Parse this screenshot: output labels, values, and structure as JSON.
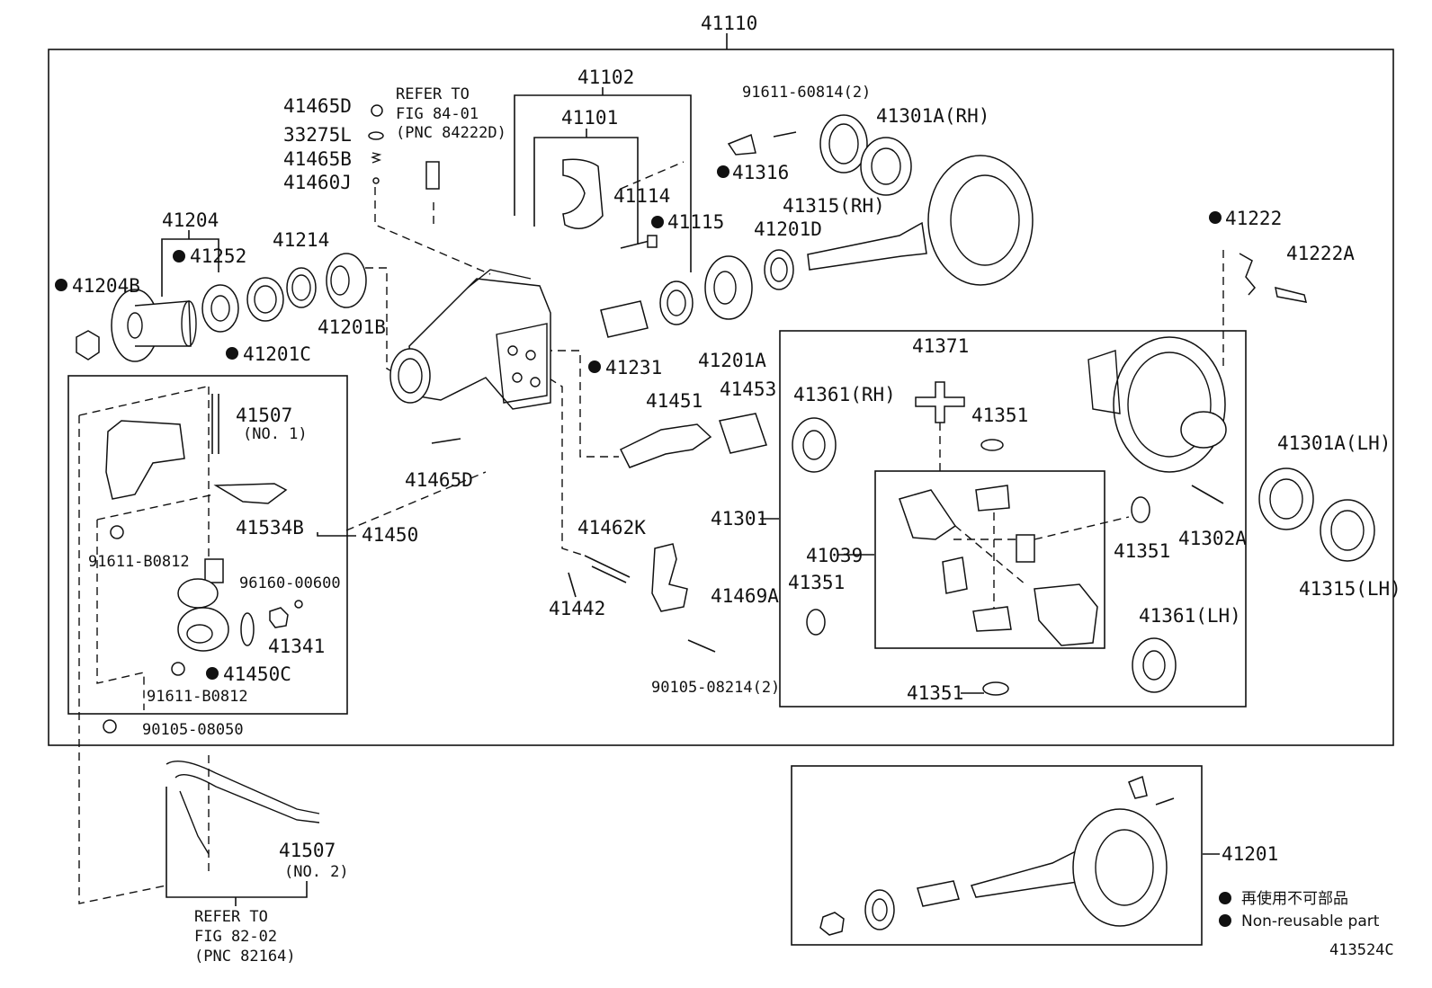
{
  "assembly_number": "41110",
  "figure_code": "413524C",
  "legend": {
    "jp": "再使用不可部品",
    "en": "Non-reusable part"
  },
  "refer_notes": {
    "top": {
      "line1": "REFER TO",
      "line2": "FIG 84-01",
      "line3": "(PNC 84222D)"
    },
    "bottom": {
      "line1": "REFER TO",
      "line2": "FIG 82-02",
      "line3": "(PNC 82164)"
    }
  },
  "labels": {
    "p41102": "41102",
    "p41101": "41101",
    "p41114": "41114",
    "p41115": "41115",
    "p41465D_top": "41465D",
    "p33275L": "33275L",
    "p41465B": "41465B",
    "p41460J": "41460J",
    "p91611_60814": "91611-60814(2)",
    "p41316": "41316",
    "p41315RH": "41315(RH)",
    "p41301ARH": "41301A(RH)",
    "p41201D": "41201D",
    "p41222": "41222",
    "p41222A": "41222A",
    "p41204": "41204",
    "p41252": "41252",
    "p41214": "41214",
    "p41204B": "41204B",
    "p41201C": "41201C",
    "p41201B": "41201B",
    "p41231": "41231",
    "p41201A": "41201A",
    "p41371": "41371",
    "p41361RH": "41361(RH)",
    "p41351_a": "41351",
    "p41453": "41453",
    "p41451": "41451",
    "p41507_1": "41507",
    "p41507_1_sub": "(NO. 1)",
    "p41534B": "41534B",
    "p41450": "41450",
    "p91611_B0812_a": "91611-B0812",
    "p96160_00600": "96160-00600",
    "p41341": "41341",
    "p41450C": "41450C",
    "p91611_B0812_b": "91611-B0812",
    "p90105_08050": "90105-08050",
    "p41465D_mid": "41465D",
    "p41462K": "41462K",
    "p41442": "41442",
    "p41469A": "41469A",
    "p90105_08214": "90105-08214(2)",
    "p41301": "41301",
    "p41039": "41039",
    "p41351_b": "41351",
    "p41351_c": "41351",
    "p41351_d": "41351",
    "p41361LH": "41361(LH)",
    "p41302A": "41302A",
    "p41301ALH": "41301A(LH)",
    "p41315LH": "41315(LH)",
    "p41507_2": "41507",
    "p41507_2_sub": "(NO. 2)",
    "p41201": "41201"
  },
  "non_reusable_parts": [
    "41316",
    "41222",
    "41252",
    "41204B",
    "41201C",
    "41231",
    "41115",
    "41450C"
  ]
}
